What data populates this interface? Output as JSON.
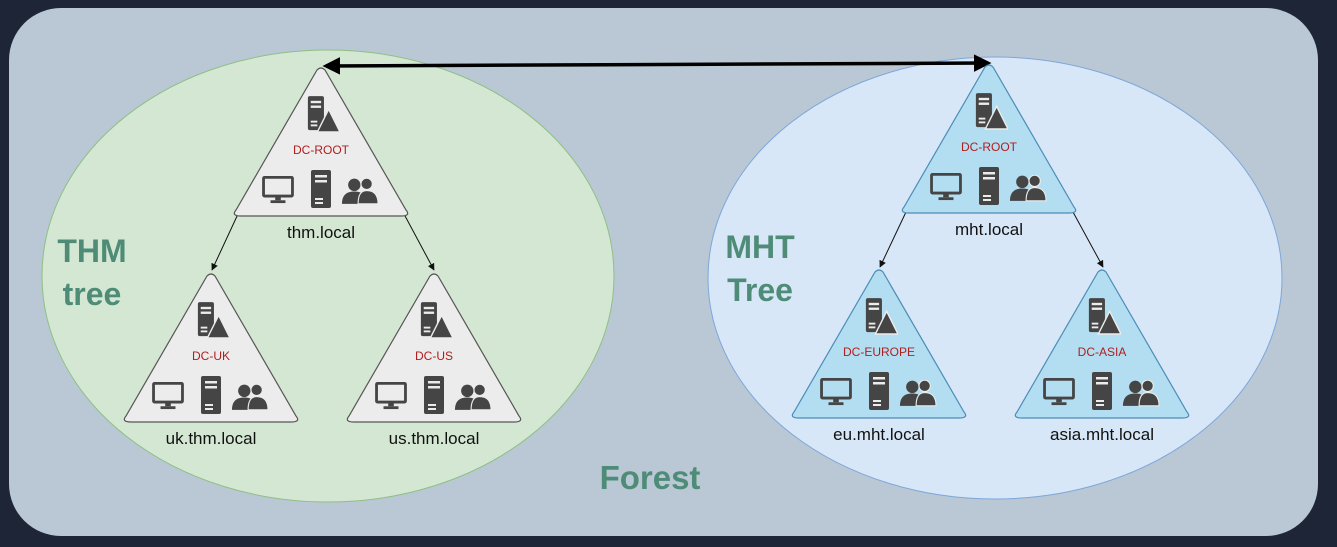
{
  "colors": {
    "background": "#1e2536",
    "forest_panel": "#b9c8d4",
    "thm_ellipse": "#d4e7d3",
    "mht_ellipse": "#d8e7f8",
    "thm_node": "#ececec",
    "mht_node": "#b3ddf0",
    "dc_label": "#b01e1e",
    "tree_label": "#4e8c78",
    "icon": "#454545",
    "text": "#111111"
  },
  "forest": {
    "label": "Forest"
  },
  "thm_tree": {
    "title_line1": "THM",
    "title_line2": "tree",
    "root": {
      "dc": "DC-ROOT",
      "domain": "thm.local"
    },
    "children": [
      {
        "dc": "DC-UK",
        "domain": "uk.thm.local"
      },
      {
        "dc": "DC-US",
        "domain": "us.thm.local"
      }
    ]
  },
  "mht_tree": {
    "title_line1": "MHT",
    "title_line2": "Tree",
    "root": {
      "dc": "DC-ROOT",
      "domain": "mht.local"
    },
    "children": [
      {
        "dc": "DC-EUROPE",
        "domain": "eu.mht.local"
      },
      {
        "dc": "DC-ASIA",
        "domain": "asia.mht.local"
      }
    ]
  },
  "icons": {
    "server": "server-icon",
    "domain_controller": "domain-controller-icon",
    "monitor": "monitor-icon",
    "users": "users-icon"
  },
  "trust": {
    "type": "bidirectional-arrow",
    "between": [
      "thm.local",
      "mht.local"
    ]
  }
}
